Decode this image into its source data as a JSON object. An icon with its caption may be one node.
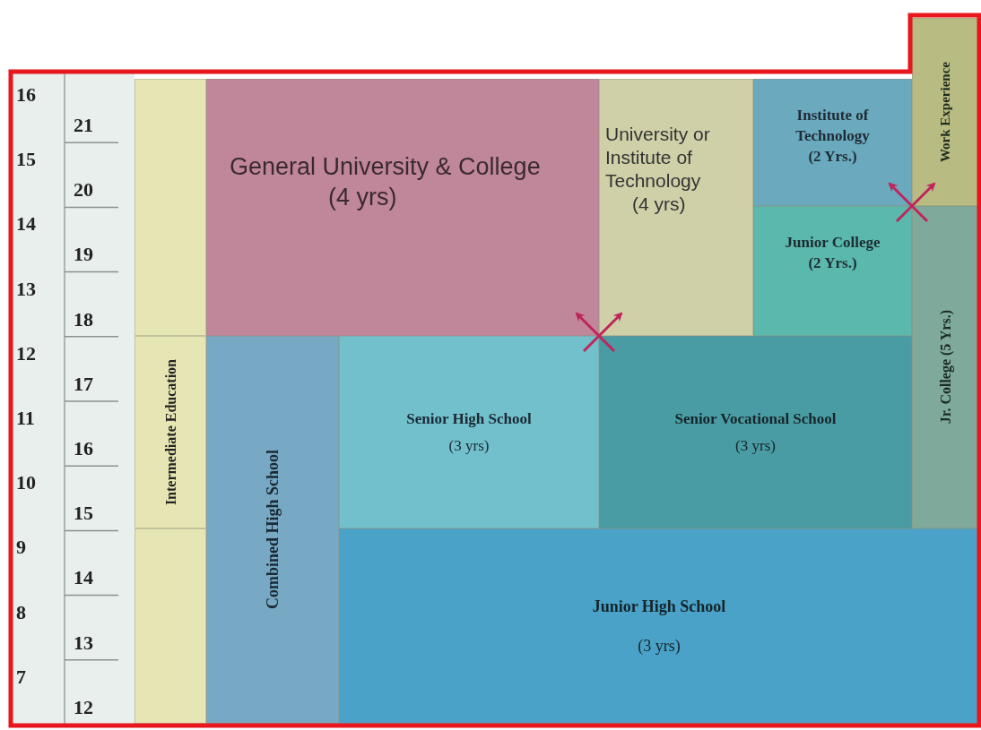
{
  "diagram": {
    "nodes": [
      {
        "text": [],
        "shape": "box"
      },
      {
        "text": [
          "General University & College",
          "(4 yrs)"
        ]
      },
      {
        "text": [
          "University or Institute of Technology",
          "(4 yrs)"
        ]
      },
      {
        "text": [
          "Institute of Technology",
          "(2 Yrs.)"
        ]
      },
      {
        "text": [
          "Work Experience"
        ]
      },
      {
        "text": [
          "Junior College",
          "(2 Yrs.)"
        ]
      },
      {
        "text": [
          "Intermediate Education"
        ]
      },
      {
        "text": [
          "Combined High School"
        ]
      },
      {
        "text": [
          "Senior High School",
          "(3 yrs)"
        ]
      },
      {
        "text": [
          "Senior Vocational School",
          "(3 yrs)"
        ]
      },
      {
        "text": [
          "Jr. College (5 Yrs.)"
        ]
      },
      {
        "text": [],
        "shape": "box"
      },
      {
        "text": [
          "Junior High School",
          "(3 yrs)"
        ]
      }
    ],
    "edges": [
      {
        "from": 8,
        "to": 2,
        "arrow": "to"
      },
      {
        "from": 9,
        "to": 1,
        "arrow": "to"
      },
      {
        "from": 5,
        "to": 4,
        "arrow": "to"
      },
      {
        "from": 10,
        "to": 3,
        "arrow": "to"
      }
    ],
    "labels": [
      "16",
      "21",
      "15",
      "20",
      "14",
      "19",
      "13",
      "18",
      "12",
      "17",
      "11",
      "16",
      "10",
      "15",
      "9",
      "14",
      "8",
      "13",
      "7",
      "12"
    ]
  }
}
